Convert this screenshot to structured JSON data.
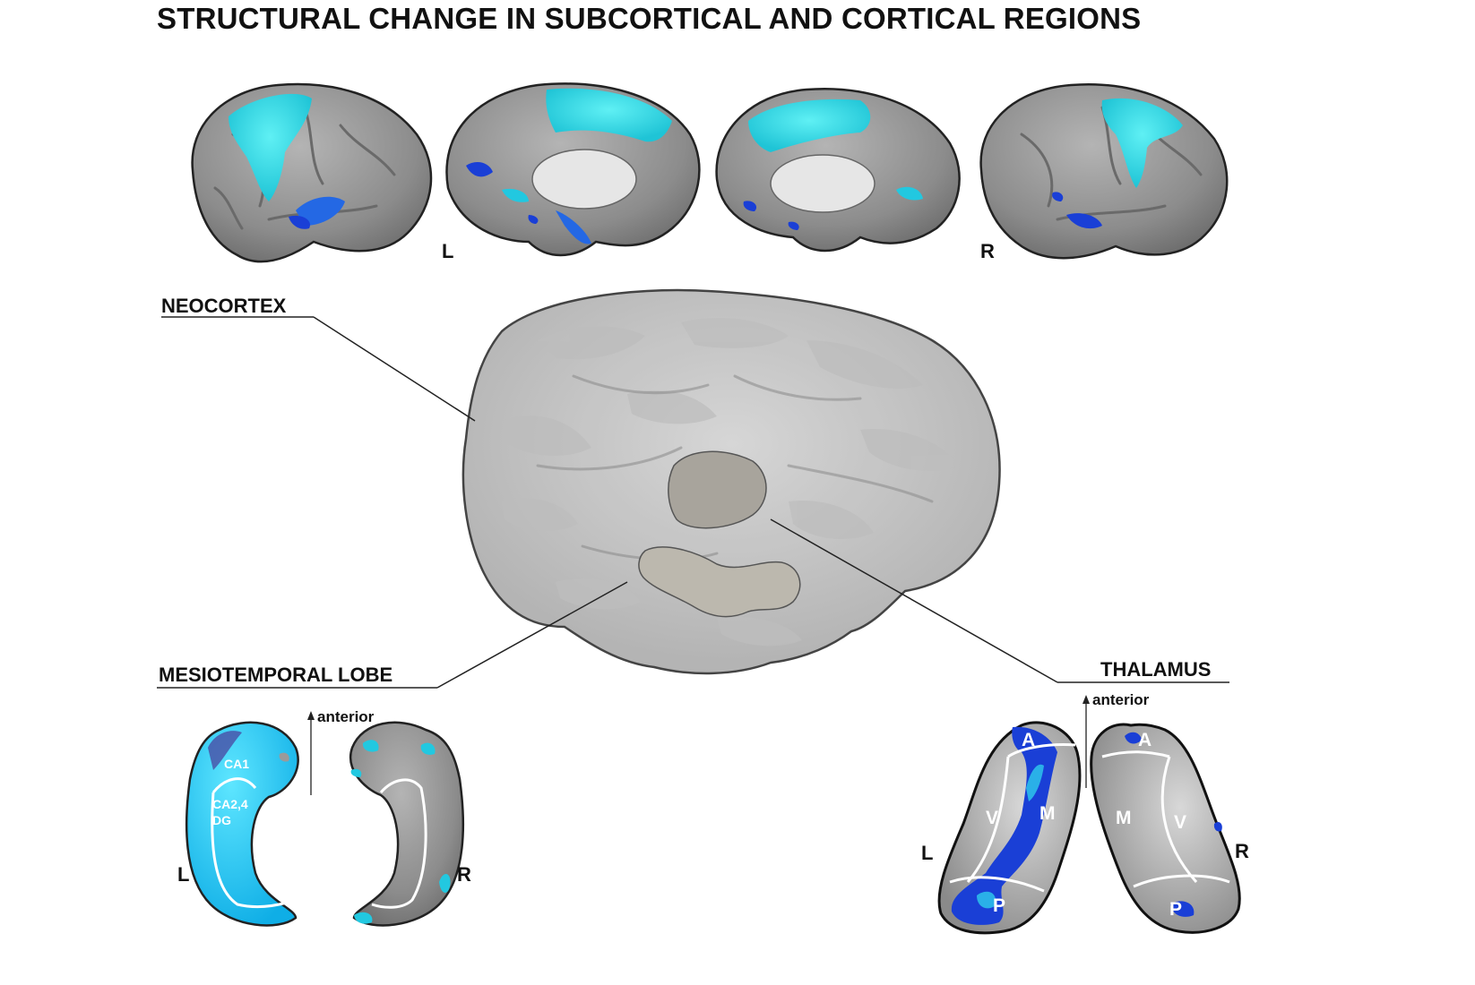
{
  "title": "STRUCTURAL CHANGE IN SUBCORTICAL AND CORTICAL REGIONS",
  "cortex": {
    "hemisphere_left": "L",
    "hemisphere_right": "R"
  },
  "labels": {
    "neocortex": "NEOCORTEX",
    "mesiotemporal": "MESIOTEMPORAL LOBE",
    "thalamus": "THALAMUS"
  },
  "hippocampus": {
    "anterior": "anterior",
    "subfield_ca1": "CA1",
    "subfield_ca24": "CA2,4",
    "subfield_dg": "DG",
    "left": "L",
    "right": "R"
  },
  "thalamus": {
    "anterior": "anterior",
    "left": "L",
    "right": "R",
    "left_nuclei": [
      "A",
      "V",
      "M",
      "P"
    ],
    "right_nuclei": [
      "A",
      "M",
      "V",
      "P"
    ]
  },
  "colors": {
    "surface": "#8f8f8f",
    "effect_light": "#22d8e0",
    "effect_dark": "#1a3fd6",
    "effect_deep": "#3a2a9a",
    "leader_line": "#222222"
  }
}
